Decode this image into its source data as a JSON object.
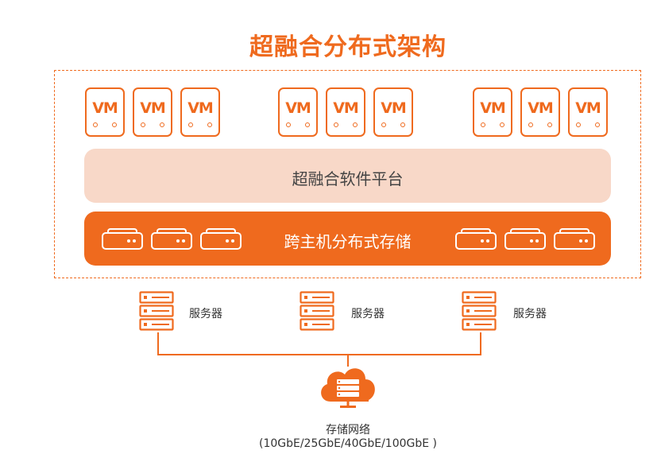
{
  "title": "超融合分布式架构",
  "vm_label": "VM",
  "platform_label": "超融合软件平台",
  "storage_label": "跨主机分布式存储",
  "servers": [
    {
      "label": "服务器"
    },
    {
      "label": "服务器"
    },
    {
      "label": "服务器"
    }
  ],
  "network": {
    "label": "存储网络",
    "speeds": "(10GbE/25GbE/40GbE/100GbE )"
  },
  "colors": {
    "accent": "#ef6a1e",
    "platform_bg": "#f8d8c8",
    "text": "#333333"
  }
}
